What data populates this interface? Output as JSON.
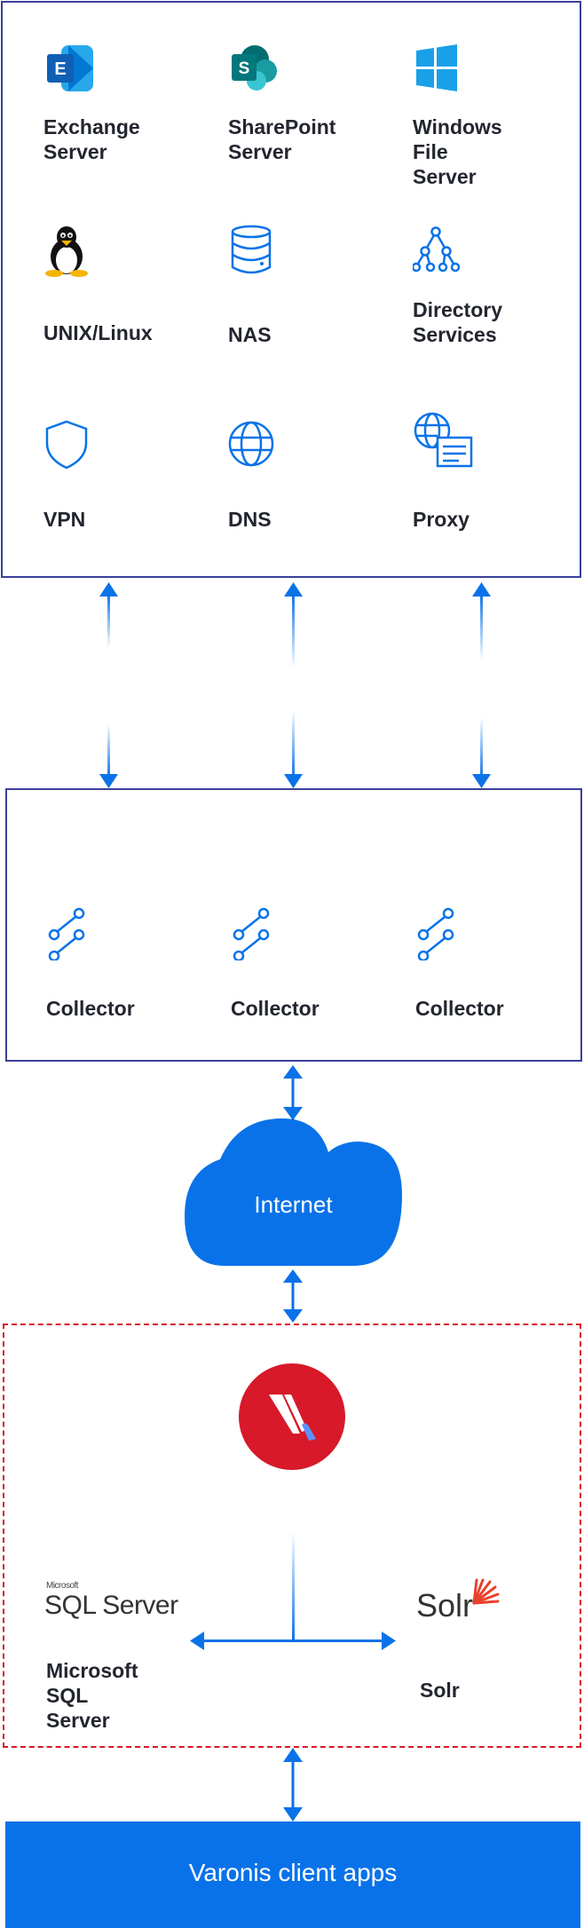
{
  "sources": [
    {
      "label": "Exchange\nServer",
      "icon": "exchange-icon"
    },
    {
      "label": "SharePoint\nServer",
      "icon": "sharepoint-icon"
    },
    {
      "label": "Windows\nFile Server",
      "icon": "windows-icon"
    },
    {
      "label": "UNIX/Linux",
      "icon": "linux-penguin-icon"
    },
    {
      "label": "NAS",
      "icon": "database-icon"
    },
    {
      "label": "Directory\nServices",
      "icon": "directory-tree-icon"
    },
    {
      "label": "VPN",
      "icon": "shield-icon"
    },
    {
      "label": "DNS",
      "icon": "globe-icon"
    },
    {
      "label": "Proxy",
      "icon": "globe-server-icon"
    }
  ],
  "collectors": [
    {
      "label": "Collector",
      "icon": "collector-icon"
    },
    {
      "label": "Collector",
      "icon": "collector-icon"
    },
    {
      "label": "Collector",
      "icon": "collector-icon"
    }
  ],
  "internet": {
    "label": "Internet"
  },
  "varonis": {
    "sql": {
      "logo_small": "Microsoft",
      "logo_text": "SQL Server",
      "label": "Microsoft\nSQL Server"
    },
    "solr": {
      "logo_text": "Solr",
      "label": "Solr"
    }
  },
  "client_apps": {
    "label": "Varonis client apps"
  },
  "colors": {
    "accent": "#0a72e8",
    "box_border": "#3a3f9a",
    "varonis_red": "#d7192a"
  }
}
